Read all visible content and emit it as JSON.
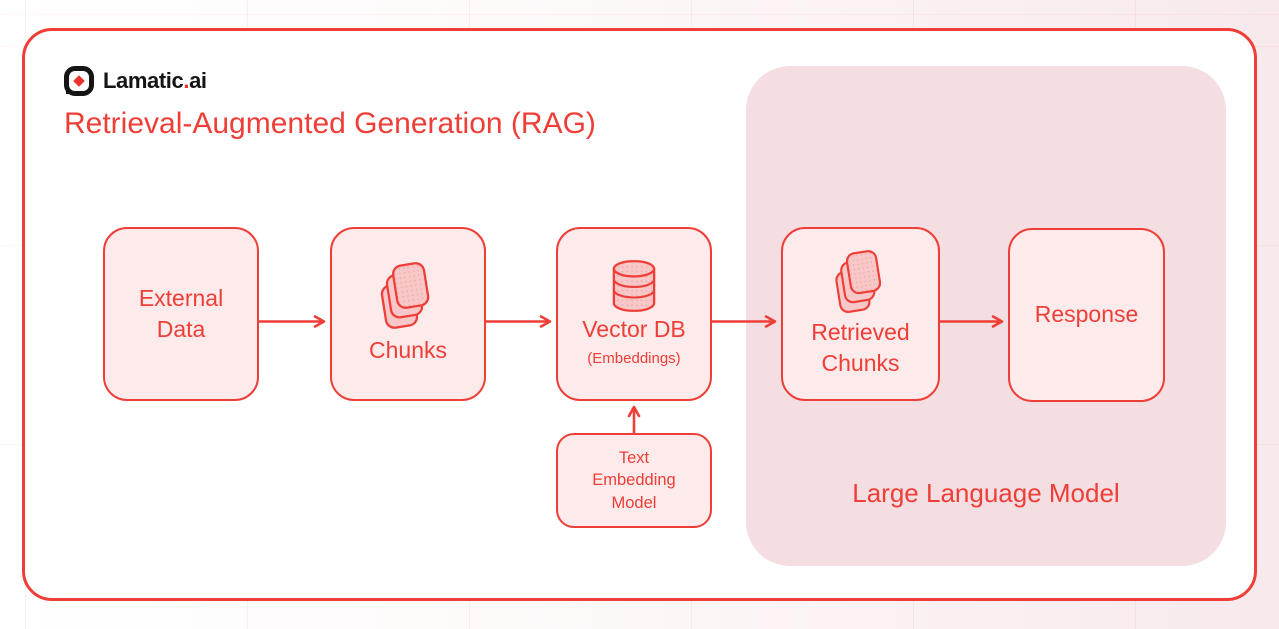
{
  "colors": {
    "accent_red": "#ee3e37",
    "node_fill": "#fdeaea",
    "llm_fill": "#f4dee1",
    "icon_fill": "#f8c7c7",
    "logo_black": "#151515",
    "logo_diamond": "#e8332e"
  },
  "logo": {
    "brand": "Lamatic",
    "dot": ".",
    "suffix": "ai"
  },
  "title": "Retrieval-Augmented Generation (RAG)",
  "diagram": {
    "nodes": {
      "external_data": {
        "label": "External Data"
      },
      "chunks": {
        "label": "Chunks",
        "icon": "chunks-stack-icon"
      },
      "vector_db": {
        "label": "Vector DB",
        "sublabel": "(Embeddings)",
        "icon": "database-icon"
      },
      "text_embedding_model": {
        "label": "Text Embedding Model"
      },
      "retrieved_chunks": {
        "label": "Retrieved Chunks",
        "icon": "chunks-stack-icon"
      },
      "response": {
        "label": "Response"
      },
      "llm_container": {
        "label": "Large Language Model"
      }
    }
  }
}
